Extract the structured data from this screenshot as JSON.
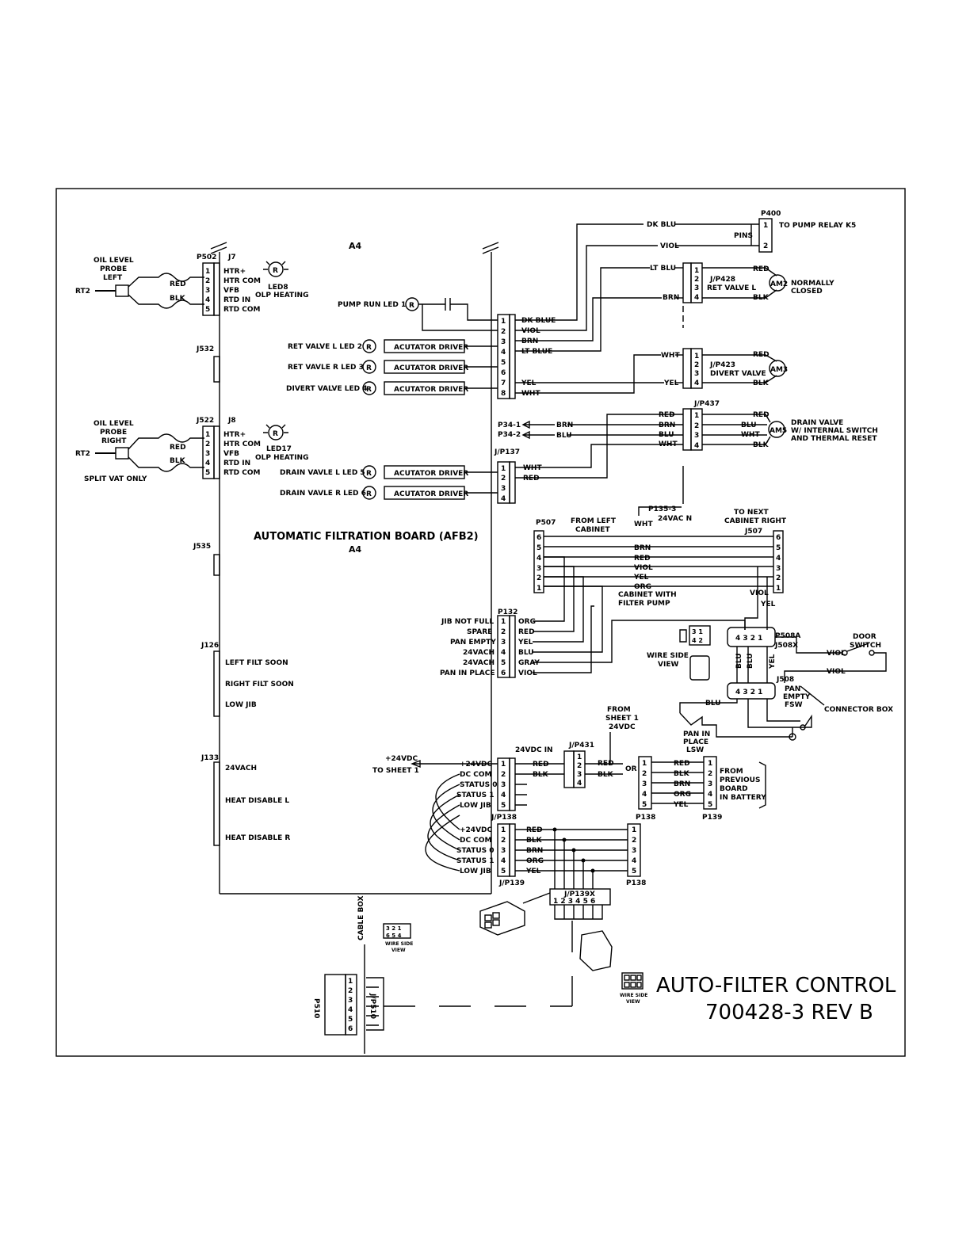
{
  "title": {
    "line1": "AUTO-FILTER CONTROL",
    "line2": "700428-3 REV B"
  },
  "board": {
    "label": "AUTOMATIC FILTRATION BOARD (AFB2)",
    "ref": "A4",
    "top_ref": "A4"
  },
  "probes": {
    "left": {
      "label1": "OIL LEVEL",
      "label2": "PROBE",
      "label3": "LEFT",
      "rt": "RT2",
      "red": "RED",
      "blk": "BLK"
    },
    "right": {
      "label1": "OIL LEVEL",
      "label2": "PROBE",
      "label3": "RIGHT",
      "rt": "RT2",
      "red": "RED",
      "blk": "BLK",
      "note": "SPLIT VAT ONLY"
    }
  },
  "connectors": {
    "p502": "P502",
    "j7": "J7",
    "j532": "J532",
    "j522": "J522",
    "j8": "J8",
    "j535": "J535",
    "j126": "J126",
    "j133": "J133",
    "pins_j7": [
      "1",
      "2",
      "3",
      "4",
      "5"
    ],
    "signals_j7": [
      "HTR+",
      "HTR COM",
      "VFB",
      "RTD IN",
      "RTD COM"
    ]
  },
  "leds": {
    "led8": "LED8",
    "led8_note": "OLP HEATING",
    "led17": "LED17",
    "led17_note": "OLP HEATING",
    "r": "R",
    "pump_run": "PUMP RUN LED 1",
    "ret_l": "RET VALVE L LED 2",
    "ret_r": "RET VAVLE R LED 3",
    "divert": "DIVERT VALVE LED 4",
    "drain_l": "DRAIN VAVLE L LED 5",
    "drain_r": "DRAIN VAVLE R LED 6"
  },
  "driver": "ACUTATOR DRIVER",
  "main_conn": {
    "pins": [
      "1",
      "2",
      "3",
      "4",
      "5",
      "6",
      "7",
      "8"
    ],
    "wires": [
      "DK BLUE",
      "VIOL",
      "BRN",
      "LT BLUE",
      "",
      "",
      "YEL",
      "WHT"
    ]
  },
  "p400": {
    "label": "P400",
    "pins": "PINS",
    "dest": "TO PUMP RELAY K5",
    "p1": "1",
    "p2": "2",
    "dkblu": "DK BLU",
    "viol": "VIOL"
  },
  "jp428": {
    "label": "J/P428",
    "sub": "RET VALVE L",
    "lt": "LT BLU",
    "brn": "BRN",
    "red": "RED",
    "blk": "BLK",
    "am": "AM2",
    "note1": "NORMALLY",
    "note2": "CLOSED"
  },
  "jp423": {
    "label": "J/P423",
    "sub": "DIVERT VALVE",
    "wht": "WHT",
    "yel": "YEL",
    "red": "RED",
    "blk": "BLK",
    "am": "AM3"
  },
  "jp437": {
    "label": "J/P437",
    "left": [
      "RED",
      "BRN",
      "BLU",
      "WHT"
    ],
    "right": [
      "RED",
      "BLU",
      "WHT",
      "BLK"
    ],
    "am": "AM5",
    "note1": "DRAIN VALVE",
    "note2": "W/ INTERNAL SWITCH",
    "note3": "AND THERMAL RESET"
  },
  "p34": {
    "a": "P34-1",
    "b": "P34-2",
    "brn": "BRN",
    "blu": "BLU"
  },
  "jp137": {
    "label": "J/P137",
    "pins": [
      "1",
      "2",
      "3",
      "4"
    ],
    "wht": "WHT",
    "red": "RED"
  },
  "p507": {
    "label": "P507",
    "from": "FROM LEFT",
    "from2": "CABINET",
    "pins": [
      "6",
      "5",
      "4",
      "3",
      "2",
      "1"
    ]
  },
  "j507": {
    "label": "J507",
    "to": "TO NEXT",
    "to2": "CABINET RIGHT",
    "pins": [
      "6",
      "5",
      "4",
      "3",
      "2",
      "1"
    ]
  },
  "p135": {
    "label": "P135-3",
    "volt": "24VAC N",
    "wht": "WHT"
  },
  "harness": {
    "wires": [
      "BRN",
      "RED",
      "VIOL",
      "YEL",
      "ORG"
    ],
    "note1": "CABINET WITH",
    "note2": "FILTER PUMP",
    "viol": "VIOL",
    "yel": "YEL"
  },
  "p132": {
    "label": "P132",
    "signals": [
      "JIB NOT FULL",
      "SPARE",
      "PAN EMPTY",
      "24VACH",
      "24VACH",
      "PAN IN PLACE"
    ],
    "pins": [
      "1",
      "2",
      "3",
      "4",
      "5",
      "6"
    ],
    "wires": [
      "ORG",
      "RED",
      "YEL",
      "BLU",
      "GRAY",
      "VIOL"
    ]
  },
  "p508": {
    "label": "P508A",
    "label2": "J508X",
    "pins": "4 3 2 1",
    "wireside": "WIRE SIDE",
    "view": "VIEW",
    "blu1": "BLU",
    "blu2": "BLU",
    "yel": "YEL"
  },
  "j508": {
    "label": "J508",
    "pins": "4 3 2 1",
    "pan1": "PAN",
    "pan2": "EMPTY",
    "pan3": "FSW",
    "conn_box": "CONNECTOR BOX",
    "blu": "BLU"
  },
  "door": {
    "label1": "DOOR",
    "label2": "SWITCH",
    "viol1": "VIOL",
    "viol2": "VIOL"
  },
  "lsw": {
    "l1": "PAN IN",
    "l2": "PLACE",
    "l3": "LSW"
  },
  "j126_signals": [
    "LEFT FILT SOON",
    "RIGHT FILT SOON",
    "LOW JIB"
  ],
  "j133_signals": [
    "24VACH",
    "HEAT DISABLE L",
    "HEAT DISABLE R"
  ],
  "to_sheet": {
    "v": "+24VDC",
    "dest": "TO SHEET 1"
  },
  "jp138_top": {
    "signals": [
      "+24VDC",
      "DC COM",
      "STATUS 0",
      "STATUS 1",
      "LOW JIB"
    ],
    "pins": [
      "1",
      "2",
      "3",
      "4",
      "5"
    ],
    "red": "RED",
    "blk": "BLK",
    "in": "24VDC IN"
  },
  "jp431": {
    "label": "J/P431",
    "pins": [
      "1",
      "2",
      "3",
      "4"
    ],
    "red": "RED",
    "blk": "BLK",
    "or": "OR",
    "from1": "FROM",
    "from2": "SHEET 1",
    "from3": "24VDC"
  },
  "p138_right": {
    "label": "P138",
    "pins": [
      "1",
      "2",
      "3",
      "4",
      "5"
    ],
    "wires": [
      "RED",
      "BLK",
      "BRN",
      "ORG",
      "YEL"
    ]
  },
  "p139_right": {
    "label": "P139",
    "pins": [
      "1",
      "2",
      "3",
      "4",
      "5"
    ],
    "note1": "FROM",
    "note2": "PREVIOUS",
    "note3": "BOARD",
    "note4": "IN BATTERY"
  },
  "jp138_label": "J/P138",
  "jp139": {
    "label": "J/P139",
    "signals": [
      "+24VDC",
      "DC COM",
      "STATUS 0",
      "STATUS 1",
      "LOW JIB"
    ],
    "pins": [
      "1",
      "2",
      "3",
      "4",
      "5"
    ],
    "wires": [
      "RED",
      "BLK",
      "BRN",
      "ORG",
      "YEL"
    ]
  },
  "p138_bottom": {
    "label": "P138",
    "pins": [
      "1",
      "2",
      "3",
      "4",
      "5"
    ]
  },
  "jp139x": {
    "label": "J/P139X",
    "pins": "1 2 3 4 5 6"
  },
  "cable_box": {
    "label": "CABLE BOX",
    "ws": "WIRE SIDE",
    "view": "VIEW",
    "p510": "P510",
    "jp510": "J/P510",
    "pins": [
      "1",
      "2",
      "3",
      "4",
      "5",
      "6"
    ]
  },
  "ws_view2": {
    "ws": "WIRE SIDE",
    "view": "VIEW"
  }
}
